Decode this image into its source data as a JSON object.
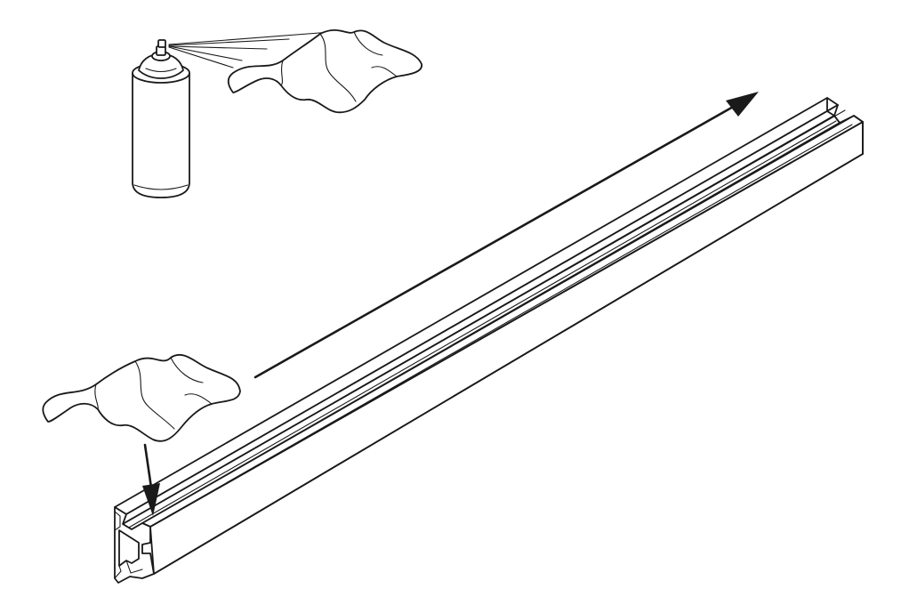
{
  "illustration": {
    "background": "#ffffff",
    "line_color": "#1a1a1a",
    "elements": [
      "spray-can-icon",
      "spray-mist-icon",
      "cloth-icon",
      "aluminum-rail-profile",
      "wipe-direction-arrow",
      "apply-down-arrow"
    ]
  }
}
